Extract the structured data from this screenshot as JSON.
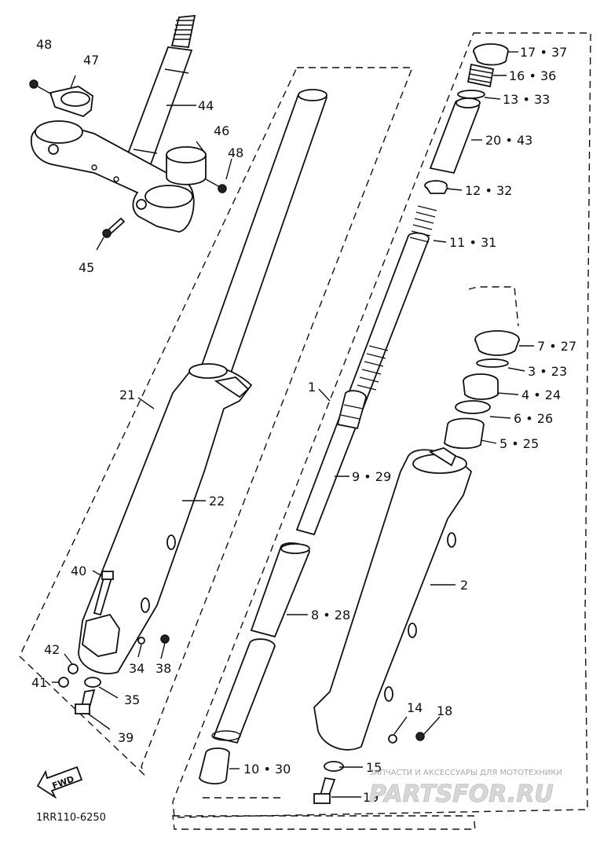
{
  "diagram": {
    "labels": {
      "p48a": "48",
      "p47": "47",
      "p44": "44",
      "p46": "46",
      "p48b": "48",
      "p45": "45",
      "p21": "21",
      "p22": "22",
      "p40": "40",
      "p42": "42",
      "p34": "34",
      "p38": "38",
      "p41": "41",
      "p35": "35",
      "p39": "39",
      "p1": "1",
      "p9": "9 • 29",
      "p8": "8 • 28",
      "p10": "10 • 30",
      "p2": "2",
      "p14": "14",
      "p18": "18",
      "p15": "15",
      "p19": "19",
      "p17": "17 • 37",
      "p16": "16 • 36",
      "p13": "13 • 33",
      "p20": "20 • 43",
      "p12": "12 • 32",
      "p11": "11 • 31",
      "p7": "7 • 27",
      "p3": "3 • 23",
      "p4": "4 • 24",
      "p6": "6 • 26",
      "p5": "5 • 25"
    },
    "fwd_label": "FWD",
    "drawing_code": "1RR110-6250",
    "watermark_top": "ЗАПЧАСТИ И АКСЕССУАРЫ ДЛЯ МОТОТЕХНИКИ",
    "watermark_big": "PARTSFOR.RU"
  }
}
